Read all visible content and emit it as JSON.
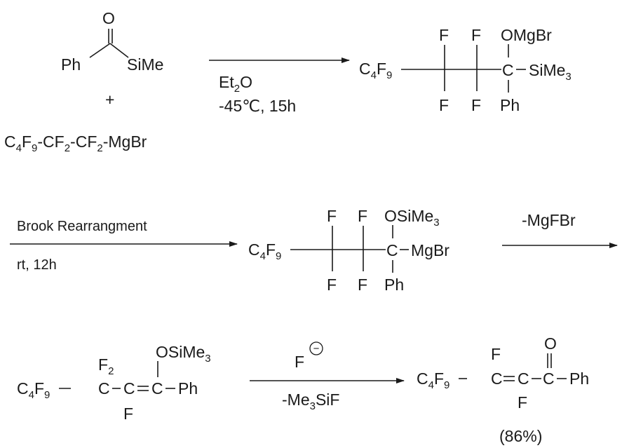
{
  "scheme": {
    "reactant1": {
      "acyl_o": "O",
      "ph": "Ph",
      "silyl": "SiMe"
    },
    "plus": "+",
    "reactant2": {
      "c4": "C",
      "sub4": "4",
      "f9": "F",
      "sub9": "9",
      "seg1": "-CF",
      "sub2a": "2",
      "seg2": "-CF",
      "sub2b": "2",
      "seg3": "-MgBr"
    },
    "step1": {
      "solvent_main": "Et",
      "solvent_sub": "2",
      "solvent_tail": "O",
      "conditions": "-45℃, 15h"
    },
    "intermediate1": {
      "f": "F",
      "omgbr": "OMgBr",
      "c": "C",
      "sime3_main": "SiMe",
      "sime3_sub": "3",
      "ph": "Ph",
      "c4": "C",
      "sub4": "4",
      "f9": "F",
      "sub9": "9"
    },
    "step2": {
      "label": "Brook Rearrangment",
      "conditions": "rt, 12h"
    },
    "intermediate2": {
      "f": "F",
      "osime3_main": "OSiMe",
      "osime3_sub": "3",
      "c": "C",
      "mgbr": "MgBr",
      "ph": "Ph",
      "c4": "C",
      "sub4": "4",
      "f9": "F",
      "sub9": "9"
    },
    "step3": {
      "label": "-MgFBr"
    },
    "intermediate3": {
      "c4": "C",
      "sub4": "4",
      "f9": "F",
      "sub9": "9",
      "f2_main": "F",
      "f2_sub": "2",
      "c": "C",
      "f": "F",
      "osime3_main": "OSiMe",
      "osime3_sub": "3",
      "ph": "Ph"
    },
    "step4": {
      "reagent": "F",
      "charge": "−",
      "byproduct_main": "-Me",
      "byproduct_sub": "3",
      "byproduct_tail": "SiF"
    },
    "product": {
      "c4": "C",
      "sub4": "4",
      "f9": "F",
      "sub9": "9",
      "f": "F",
      "o": "O",
      "c": "C",
      "ph": "Ph",
      "yield": "(86%)"
    }
  }
}
